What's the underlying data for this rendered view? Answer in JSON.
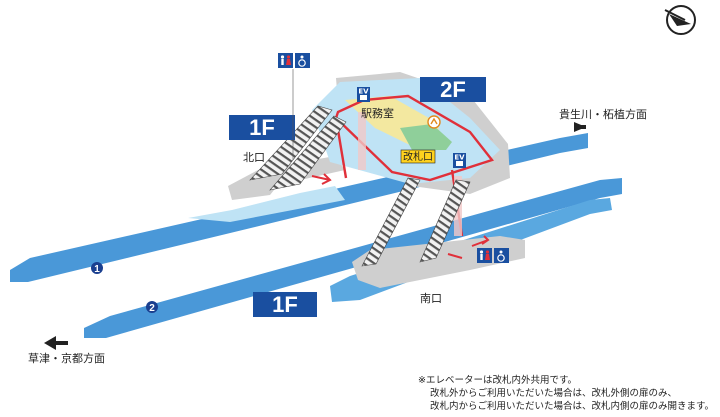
{
  "labels": {
    "floor_2f": "2F",
    "floor_1f_upper": "1F",
    "floor_1f_lower": "1F",
    "station_office": "駅務室",
    "ticket_gate": "改札口",
    "north_exit": "北口",
    "south_exit": "南口",
    "dir_east": "貴生川・柘植方面",
    "dir_west": "草津・京都方面",
    "track_1": "1",
    "track_2": "2",
    "elevator_label": "EV"
  },
  "note": {
    "line1": "※エレベーターは改札内外共用です。",
    "line2": "改札外からご利用いただいた場合は、改札外側の扉のみ、",
    "line3": "改札内からご利用いただいた場合は、改札内側の扉のみ開きます。"
  },
  "icons": [
    "compass-icon",
    "restroom-icon",
    "wheelchair-icon",
    "elevator-icon",
    "station-office-icon",
    "arrow-icon"
  ],
  "colors": {
    "track_blue": "#4a98d8",
    "concourse_light": "#bfe3f5",
    "platform_gray": "#c9c9c9",
    "route_red": "#e0303a",
    "floor_badge": "#1a4fa0",
    "office_yellow": "#f3e8a0",
    "gate_yellow": "#ffd21e"
  }
}
